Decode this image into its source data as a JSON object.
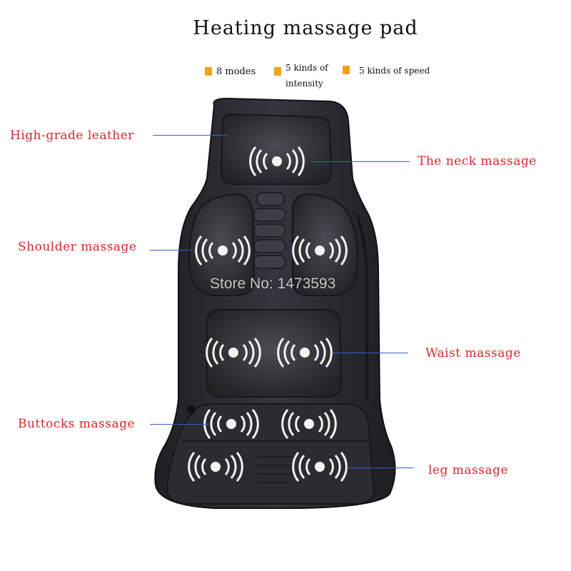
{
  "title": "Heating massage pad",
  "features": [
    {
      "icon": "orange-square-icon",
      "text": "8 modes"
    },
    {
      "icon": "orange-square-icon",
      "text_line1": "5 kinds of",
      "text_line2": "intensity"
    },
    {
      "icon": "orange-square-icon",
      "text": "5 kinds of speed"
    }
  ],
  "labels": {
    "leather": "High-grade leather",
    "neck": "The neck massage",
    "shoulder": "Shoulder massage",
    "waist": "Waist massage",
    "buttocks": "Buttocks massage",
    "leg": "leg massage"
  },
  "watermark": "Store No: 1473593",
  "colors": {
    "label_text": "#d8262a",
    "pointer_line": "#3a5fc4",
    "bullet": "#f2a216",
    "pad": "#2b2d33"
  }
}
